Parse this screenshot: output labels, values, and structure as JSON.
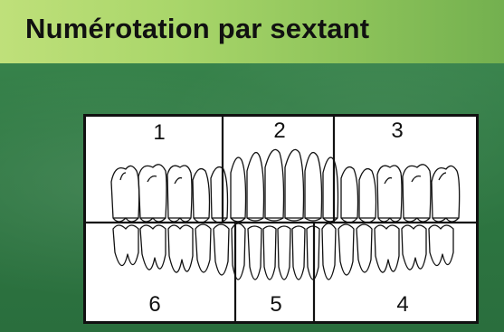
{
  "slide": {
    "title": "Numérotation par sextant"
  },
  "diagram": {
    "sextants": {
      "upper_right": "1",
      "upper_anterior": "2",
      "upper_left": "3",
      "lower_left": "4",
      "lower_anterior": "5",
      "lower_right": "6"
    }
  },
  "colors": {
    "background": "#2f7a43",
    "title_bar": "#a9d66a",
    "title_text": "#111111",
    "diagram_bg": "#ffffff",
    "lines": "#111111"
  }
}
